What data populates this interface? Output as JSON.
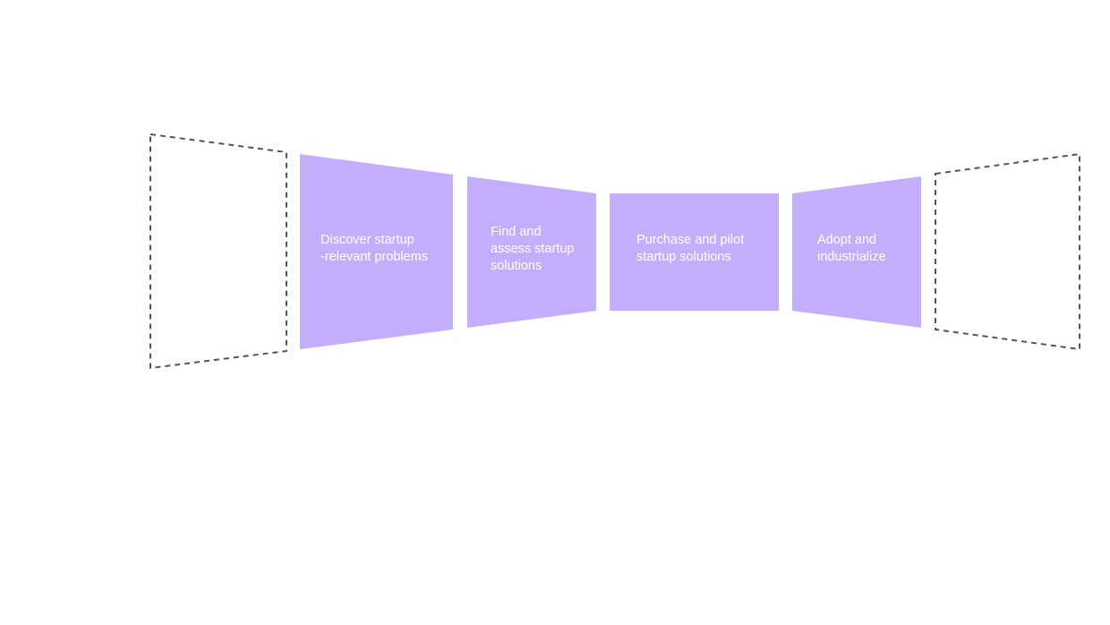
{
  "diagram": {
    "stage_fill": "#c4aefc",
    "stage_text_color": "#ffffff",
    "placeholder_stroke": "#555555",
    "stages": [
      {
        "label": "Discover startup\n-relevant problems"
      },
      {
        "label": "Find and\nassess startup\nsolutions"
      },
      {
        "label": "Purchase and pilot\nstartup solutions"
      },
      {
        "label": "Adopt and\nindustrialize"
      }
    ]
  }
}
